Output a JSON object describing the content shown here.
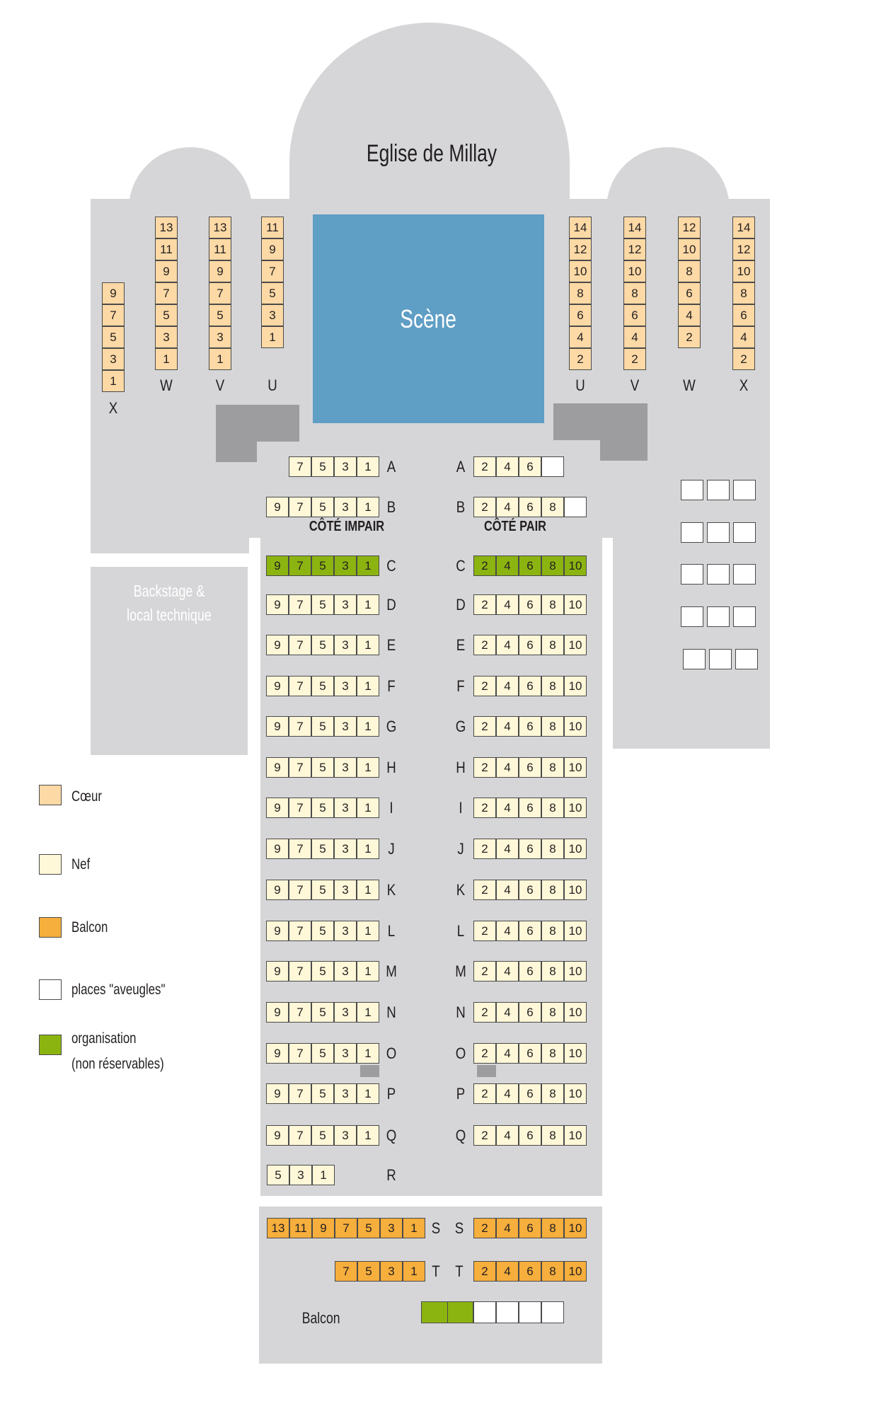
{
  "title": "Eglise de Millay",
  "stage_label": "Scène",
  "backstage_label": [
    "Backstage &",
    "local technique"
  ],
  "side_labels": {
    "odd": "CÔTÉ IMPAIR",
    "even": "CÔTÉ PAIR"
  },
  "balcon_label": "Balcon",
  "colors": {
    "coeur": "#fcd9a5",
    "nef": "#fef7d8",
    "balcon": "#f6ae3c",
    "blind": "#ffffff",
    "organisation": "#8cb410",
    "scene": "#5f9ec5",
    "floor": "#d6d6d8",
    "pillar": "#9d9d9f"
  },
  "legend": [
    {
      "category": "coeur",
      "label": "Cœur"
    },
    {
      "category": "nef",
      "label": "Nef"
    },
    {
      "category": "balcon",
      "label": "Balcon"
    },
    {
      "category": "blind",
      "label": "places \"aveugles\""
    },
    {
      "category": "organisation",
      "label": "organisation\n(non réservables)"
    }
  ],
  "choir_rows": [
    {
      "row": "X",
      "seats": [
        "9",
        "7",
        "5",
        "3",
        "1"
      ]
    },
    {
      "row": "W",
      "seats": [
        "13",
        "11",
        "9",
        "7",
        "5",
        "3",
        "1"
      ]
    },
    {
      "row": "V",
      "seats": [
        "13",
        "11",
        "9",
        "7",
        "5",
        "3",
        "1"
      ]
    },
    {
      "row": "U",
      "seats": [
        "11",
        "9",
        "7",
        "5",
        "3",
        "1"
      ]
    },
    {
      "row": "U",
      "seats": [
        "14",
        "12",
        "10",
        "8",
        "6",
        "4",
        "2"
      ]
    },
    {
      "row": "V",
      "seats": [
        "14",
        "12",
        "10",
        "8",
        "6",
        "4",
        "2"
      ]
    },
    {
      "row": "W",
      "seats": [
        "12",
        "10",
        "8",
        "6",
        "4",
        "2"
      ]
    },
    {
      "row": "X",
      "seats": [
        "14",
        "12",
        "10",
        "8",
        "6",
        "4",
        "2"
      ]
    }
  ],
  "nave_rows": [
    {
      "row": "A",
      "odd": [
        "7",
        "5",
        "3",
        "1"
      ],
      "even": [
        "2",
        "4",
        "6"
      ],
      "even_blind": 1
    },
    {
      "row": "B",
      "odd": [
        "9",
        "7",
        "5",
        "3",
        "1"
      ],
      "even": [
        "2",
        "4",
        "6",
        "8"
      ],
      "even_blind": 1
    },
    {
      "row": "C",
      "odd": [
        "9",
        "7",
        "5",
        "3",
        "1"
      ],
      "even": [
        "2",
        "4",
        "6",
        "8",
        "10"
      ],
      "organisation": true
    },
    {
      "row": "D",
      "odd": [
        "9",
        "7",
        "5",
        "3",
        "1"
      ],
      "even": [
        "2",
        "4",
        "6",
        "8",
        "10"
      ]
    },
    {
      "row": "E",
      "odd": [
        "9",
        "7",
        "5",
        "3",
        "1"
      ],
      "even": [
        "2",
        "4",
        "6",
        "8",
        "10"
      ]
    },
    {
      "row": "F",
      "odd": [
        "9",
        "7",
        "5",
        "3",
        "1"
      ],
      "even": [
        "2",
        "4",
        "6",
        "8",
        "10"
      ]
    },
    {
      "row": "G",
      "odd": [
        "9",
        "7",
        "5",
        "3",
        "1"
      ],
      "even": [
        "2",
        "4",
        "6",
        "8",
        "10"
      ]
    },
    {
      "row": "H",
      "odd": [
        "9",
        "7",
        "5",
        "3",
        "1"
      ],
      "even": [
        "2",
        "4",
        "6",
        "8",
        "10"
      ]
    },
    {
      "row": "I",
      "odd": [
        "9",
        "7",
        "5",
        "3",
        "1"
      ],
      "even": [
        "2",
        "4",
        "6",
        "8",
        "10"
      ]
    },
    {
      "row": "J",
      "odd": [
        "9",
        "7",
        "5",
        "3",
        "1"
      ],
      "even": [
        "2",
        "4",
        "6",
        "8",
        "10"
      ]
    },
    {
      "row": "K",
      "odd": [
        "9",
        "7",
        "5",
        "3",
        "1"
      ],
      "even": [
        "2",
        "4",
        "6",
        "8",
        "10"
      ]
    },
    {
      "row": "L",
      "odd": [
        "9",
        "7",
        "5",
        "3",
        "1"
      ],
      "even": [
        "2",
        "4",
        "6",
        "8",
        "10"
      ]
    },
    {
      "row": "M",
      "odd": [
        "9",
        "7",
        "5",
        "3",
        "1"
      ],
      "even": [
        "2",
        "4",
        "6",
        "8",
        "10"
      ]
    },
    {
      "row": "N",
      "odd": [
        "9",
        "7",
        "5",
        "3",
        "1"
      ],
      "even": [
        "2",
        "4",
        "6",
        "8",
        "10"
      ]
    },
    {
      "row": "O",
      "odd": [
        "9",
        "7",
        "5",
        "3",
        "1"
      ],
      "even": [
        "2",
        "4",
        "6",
        "8",
        "10"
      ]
    },
    {
      "row": "P",
      "odd": [
        "9",
        "7",
        "5",
        "3",
        "1"
      ],
      "even": [
        "2",
        "4",
        "6",
        "8",
        "10"
      ]
    },
    {
      "row": "Q",
      "odd": [
        "9",
        "7",
        "5",
        "3",
        "1"
      ],
      "even": [
        "2",
        "4",
        "6",
        "8",
        "10"
      ]
    },
    {
      "row": "R",
      "odd": [
        "5",
        "3",
        "1"
      ],
      "even": []
    }
  ],
  "balcony_rows": [
    {
      "row": "S",
      "odd": [
        "13",
        "11",
        "9",
        "7",
        "5",
        "3",
        "1"
      ],
      "even": [
        "2",
        "4",
        "6",
        "8",
        "10"
      ]
    },
    {
      "row": "T",
      "odd": [
        "7",
        "5",
        "3",
        "1"
      ],
      "even": [
        "2",
        "4",
        "6",
        "8",
        "10"
      ]
    }
  ],
  "blind_grid_rows": [
    3,
    3,
    3,
    3,
    3
  ],
  "balcon_extra": {
    "organisation_seats": 2,
    "blind_seats": 4
  }
}
